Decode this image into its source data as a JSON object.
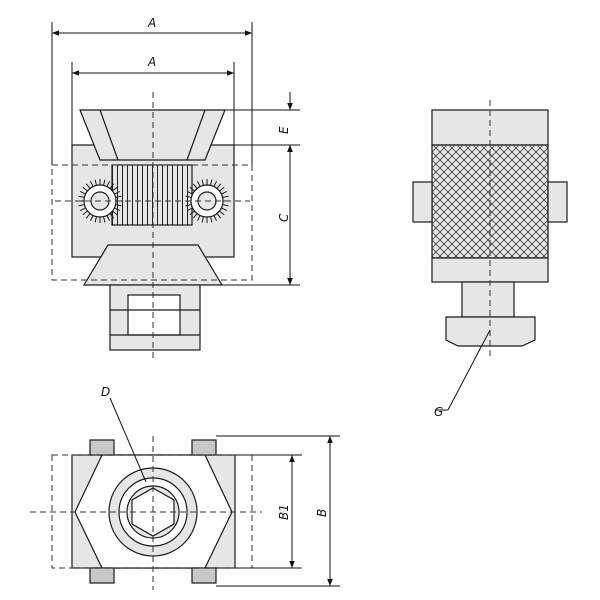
{
  "labels": {
    "a_outer": "A",
    "a_inner": "A",
    "e": "E",
    "c": "C",
    "d": "D",
    "g": "G",
    "b1": "B1",
    "b": "B"
  },
  "colors": {
    "line": "#1a1a1a",
    "fill": "#e6e6e6",
    "fill_dark": "#c8c8c8",
    "dash": "#333333"
  }
}
